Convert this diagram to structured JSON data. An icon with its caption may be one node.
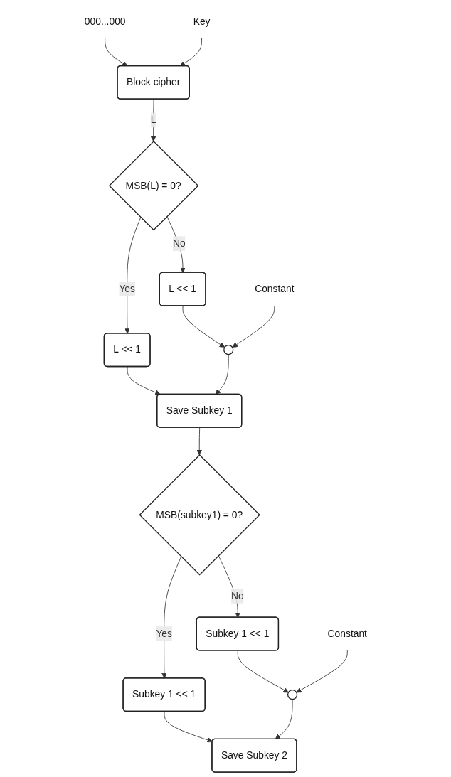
{
  "diagram": {
    "nodes": [
      {
        "text": [
          "000...000"
        ]
      },
      {
        "text": [
          "Key"
        ]
      },
      {
        "text": [
          "Block cipher"
        ]
      },
      {
        "text": [
          "MSB(L) = 0?"
        ]
      },
      {
        "text": [
          "L << 1"
        ]
      },
      {
        "text": [
          "L << 1"
        ]
      },
      {
        "text": [],
        "shape": "circle"
      },
      {
        "text": [
          "Constant"
        ]
      },
      {
        "text": [
          "Save Subkey 1"
        ]
      },
      {
        "text": [
          "MSB(subkey1) = 0?"
        ]
      },
      {
        "text": [
          "Subkey 1 << 1"
        ]
      },
      {
        "text": [
          "Subkey 1 << 1"
        ]
      },
      {
        "text": [],
        "shape": "circle"
      },
      {
        "text": [
          "Constant"
        ]
      },
      {
        "text": [
          "Save Subkey 2"
        ]
      }
    ],
    "edges": [
      {
        "from": 0,
        "to": 2,
        "arrow": "to"
      },
      {
        "from": 1,
        "to": 2,
        "arrow": "to"
      },
      {
        "from": 2,
        "to": 3,
        "arrow": "to",
        "label": "L"
      },
      {
        "from": 3,
        "to": 4,
        "arrow": "to",
        "label": "Yes"
      },
      {
        "from": 3,
        "to": 5,
        "arrow": "to",
        "label": "No"
      },
      {
        "from": 4,
        "to": 8,
        "arrow": "to"
      },
      {
        "from": 5,
        "to": 6,
        "arrow": "to"
      },
      {
        "from": 7,
        "to": 6,
        "arrow": "to"
      },
      {
        "from": 6,
        "to": 8,
        "arrow": "to"
      },
      {
        "from": 8,
        "to": 9,
        "arrow": "to"
      },
      {
        "from": 9,
        "to": 10,
        "arrow": "to",
        "label": "Yes"
      },
      {
        "from": 9,
        "to": 11,
        "arrow": "to",
        "label": "No"
      },
      {
        "from": 10,
        "to": 14,
        "arrow": "to"
      },
      {
        "from": 11,
        "to": 12,
        "arrow": "to"
      },
      {
        "from": 13,
        "to": 12,
        "arrow": "to"
      },
      {
        "from": 12,
        "to": 14,
        "arrow": "to"
      }
    ]
  }
}
